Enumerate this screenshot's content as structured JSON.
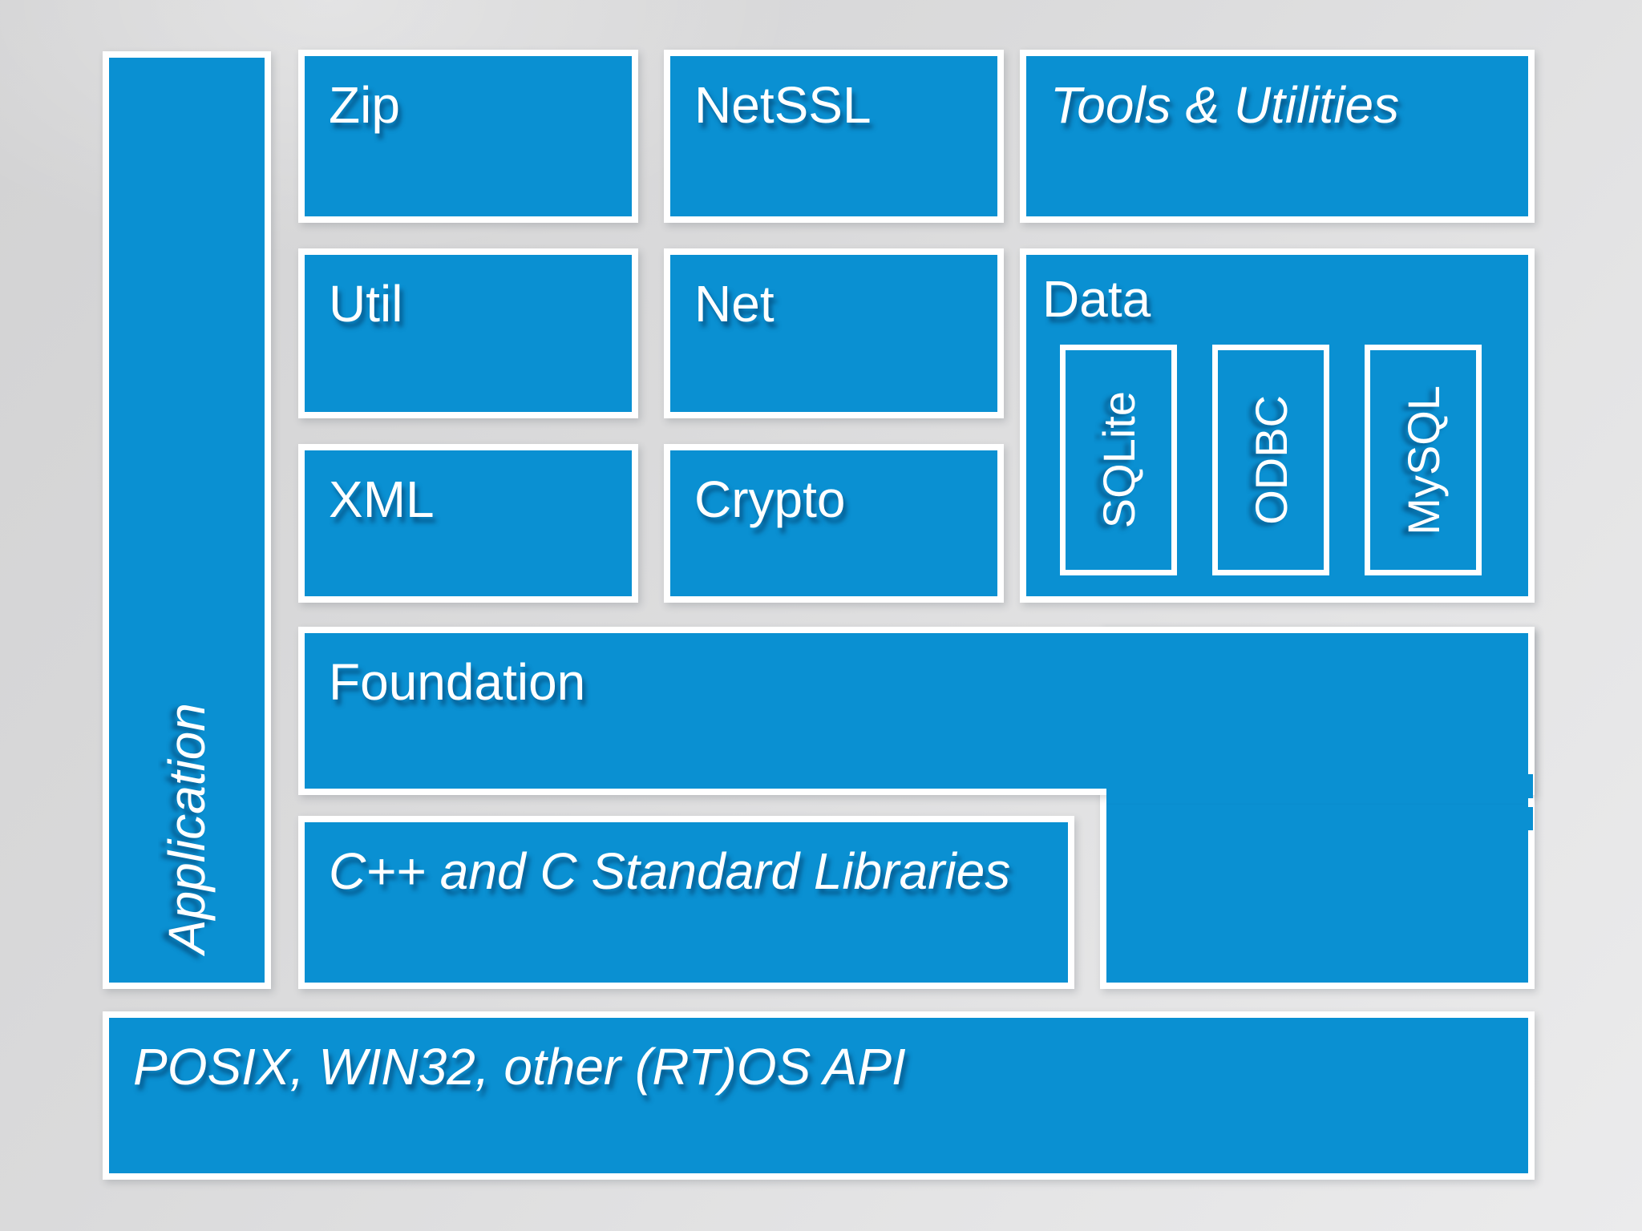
{
  "colors": {
    "block_blue": "#0a90d2",
    "border_white": "#ffffff",
    "background_dark": "#d2d2d3",
    "background_light": "#ebebec",
    "label_white": "#ffffff",
    "label_shadow": "rgba(0,45,85,0.55)"
  },
  "blocks": {
    "application": {
      "label": "Application"
    },
    "zip": {
      "label": "Zip"
    },
    "netssl": {
      "label": "NetSSL"
    },
    "tools": {
      "label": "Tools & Utilities"
    },
    "util": {
      "label": "Util"
    },
    "net": {
      "label": "Net"
    },
    "data": {
      "label": "Data",
      "children": [
        {
          "label": "SQLite"
        },
        {
          "label": "ODBC"
        },
        {
          "label": "MySQL"
        }
      ]
    },
    "xml": {
      "label": "XML"
    },
    "crypto": {
      "label": "Crypto"
    },
    "foundation": {
      "label": "Foundation"
    },
    "stdlib": {
      "label": "C++ and C Standard Libraries"
    },
    "os": {
      "label": "POSIX, WIN32, other (RT)OS API"
    }
  }
}
